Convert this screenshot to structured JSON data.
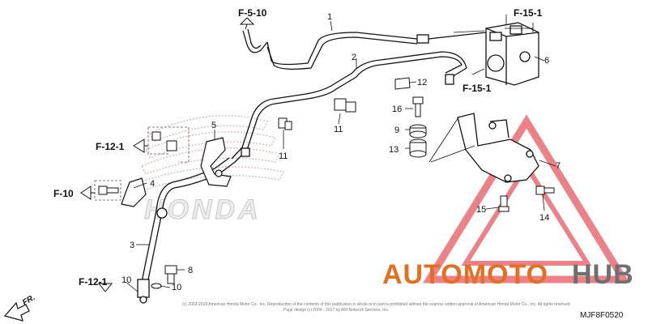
{
  "refs": {
    "f510": "F-5-10",
    "f151_top": "F-15-1",
    "f151_mid": "F-15-1",
    "f121_left": "F-12-1",
    "f10": "F-10",
    "f121_bottom": "F-12-1"
  },
  "parts": [
    "1",
    "2",
    "3",
    "4",
    "5",
    "6",
    "7",
    "8",
    "9",
    "10",
    "10",
    "11",
    "11",
    "12",
    "13",
    "14",
    "15",
    "16"
  ],
  "watermark": {
    "left": "AUTOMOTO",
    "right": "HUB",
    "left_color": "#e26f22",
    "right_color": "#6f6f6f",
    "triangle_color": "#e0303a"
  },
  "brand": "HONDA",
  "direction": "FR.",
  "copyright_line1": "(c) 2002-2019 American Honda Motor Co., Inc. Reproduction of the contents of this publication in whole or in part is prohibited without the express written approval of American Honda Motor Co., Inc. All rights reserved.",
  "copyright_line2": "Page design (c) 2004 - 2017 by ARI Network Services, Inc.",
  "diagram_code": "MJF8F0520"
}
